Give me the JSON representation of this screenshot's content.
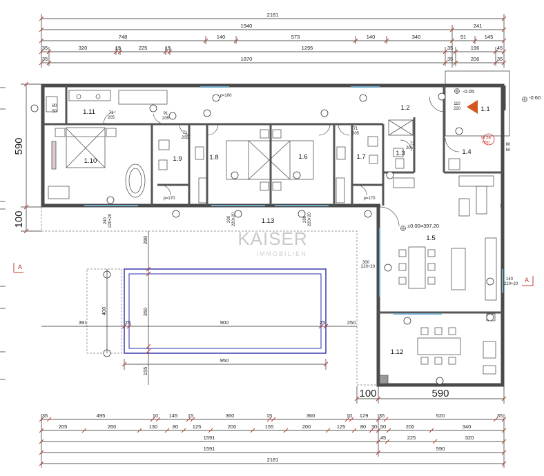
{
  "colors": {
    "line": "#222222",
    "wall": "#4a4a4a",
    "pool": "#2e2ea8",
    "window": "#6fa8c8",
    "accent": "#d3561f",
    "red": "#d32f2f"
  },
  "watermark": {
    "main": "KAISER",
    "sub": "IMMOBILIEN"
  },
  "dims": {
    "top": {
      "total": "2181",
      "r2a": "1940",
      "r2b": "241",
      "r3": [
        "748",
        "140",
        "573",
        "140",
        "340",
        "91",
        "145"
      ],
      "r4": [
        "35",
        "320",
        "15",
        "225",
        "15",
        "1295",
        "35",
        "196",
        "45"
      ],
      "r5": [
        "35",
        "1870",
        "35",
        "206",
        "35"
      ]
    },
    "bottom": {
      "r1": [
        "35",
        "495",
        "10",
        "145",
        "15",
        "360",
        "15",
        "360",
        "10",
        "129",
        "35",
        "520",
        "35"
      ],
      "r2": [
        "205",
        "260",
        "130",
        "80",
        "125",
        "200",
        "155",
        "200",
        "125",
        "80",
        "30",
        "50",
        "200",
        "340"
      ],
      "r3": [
        "1591",
        "45",
        "225",
        "320"
      ],
      "r4": [
        "1591",
        "590"
      ],
      "total": "2181"
    },
    "left_590": "590",
    "left_100": "100",
    "bot_100": "100",
    "bot_590": "590",
    "pool_len": "900",
    "pool_len2": "950",
    "pool_w": "350",
    "pool_s1": "25",
    "pool_s2": "25",
    "pool_left": "391",
    "pool_right": "250",
    "pool_side": "400",
    "pool_bot": "155",
    "pool_top": "280",
    "w_300": "300",
    "w_300b": "220+20"
  },
  "rooms": {
    "r1_1": "1.1",
    "r1_2": "1.2",
    "r1_3": "1.3",
    "r1_4": "1.4",
    "r1_5": "1.5",
    "r1_6": "1.6",
    "r1_7": "1.7",
    "r1_8": "1.8",
    "r1_9": "1.9",
    "r1_10": "1.10",
    "r1_11": "1.11",
    "r1_12": "1.12",
    "r1_13": "1.13"
  },
  "levels": {
    "entry": "-0.05",
    "outside": "-0.60",
    "zero": "±0.00=397.20"
  },
  "doors": {
    "d71_205": "71",
    "d71_205b": "205",
    "d91_205": "91",
    "d91_205b": "205",
    "d110": "110",
    "d220": "220",
    "d80_50": "80",
    "d50": "50",
    "p100": "p=100",
    "p170": "p=170",
    "p170b": "p=170",
    "w240": "240",
    "w220": "220+20",
    "w200": "200",
    "w200b": "220+20",
    "w200c": "200",
    "w200d": "220+20",
    "w140": "140",
    "w140b": "220+20"
  },
  "section": "A",
  "note_red": "ul za\nnbo"
}
